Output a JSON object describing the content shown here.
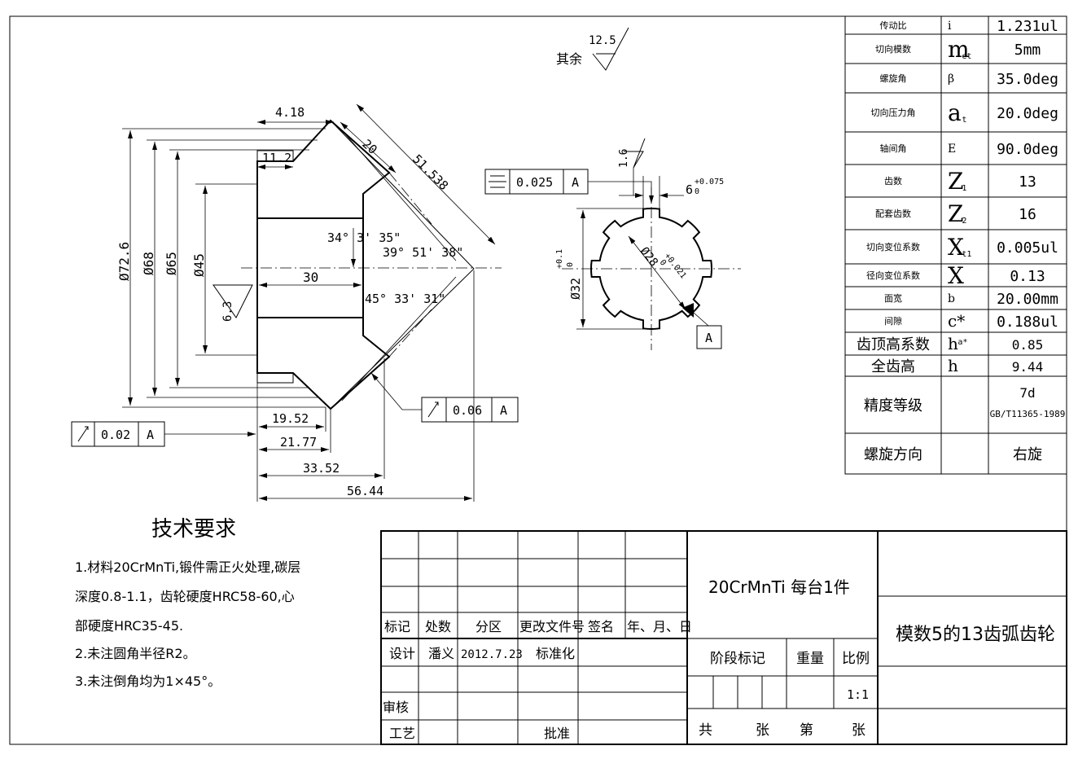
{
  "surface_finish": {
    "prefix": "其余",
    "value": "12.5"
  },
  "dims": {
    "d418": "4.18",
    "d20": "20",
    "d51538": "51.538",
    "d112": "11.2",
    "phi726": "Ø72.6",
    "phi68": "Ø68",
    "phi65": "Ø65",
    "phi45": "Ø45",
    "d30": "30",
    "ra63": "6.3",
    "ang1": "34° 3' 35\"",
    "ang2": "39° 51' 38\"",
    "ang3": "45° 33' 31\"",
    "d1952": "19.52",
    "d2177": "21.77",
    "d3352": "33.52",
    "d5644": "56.44",
    "ra16": "1.6",
    "d6": "6",
    "d6_tol": "+0.075",
    "d6_tol2": "0",
    "phi32": "Ø32",
    "phi32_tol": "+0.1",
    "phi32_tol2": "0",
    "phi28": "Ø28",
    "phi28_tol": "+0.021",
    "phi28_tol2": "0"
  },
  "tolerances": {
    "sym": {
      "value": "0.025",
      "datum": "A"
    },
    "runout1": {
      "value": "0.02",
      "datum": "A"
    },
    "runout2": {
      "value": "0.06",
      "datum": "A"
    },
    "datum_label": "A"
  },
  "tech_req": {
    "title": "技术要求",
    "lines": [
      "1.材料20CrMnTi,锻件需正火处理,碳层",
      "深度0.8-1.1，齿轮硬度HRC58-60,心",
      "部硬度HRC35-45.",
      "2.未注圆角半径R2。",
      "3.未注倒角均为1×45°。"
    ]
  },
  "params": [
    {
      "name": "传动比",
      "sym": "i",
      "sub": "",
      "value": "1.231ul"
    },
    {
      "name": "切向模数",
      "sym": "m",
      "sub": "et",
      "value": "5mm"
    },
    {
      "name": "螺旋角",
      "sym": "β",
      "sub": "",
      "value": "35.0deg"
    },
    {
      "name": "切向压力角",
      "sym": "a",
      "sub": "t",
      "value": "20.0deg"
    },
    {
      "name": "轴间角",
      "sym": "E",
      "sub": "",
      "value": "90.0deg"
    },
    {
      "name": "齿数",
      "sym": "Z",
      "sub": "1",
      "value": "13"
    },
    {
      "name": "配套齿数",
      "sym": "Z",
      "sub": "2",
      "value": "16"
    },
    {
      "name": "切向变位系数",
      "sym": "X",
      "sub": "t1",
      "value": "0.005ul"
    },
    {
      "name": "径向变位系数",
      "sym": "X",
      "sub": "",
      "value": "0.13"
    },
    {
      "name": "面宽",
      "sym": "b",
      "sub": "",
      "value": "20.00mm"
    },
    {
      "name": "间隙",
      "sym": "c*",
      "sub": "",
      "value": "0.188ul"
    },
    {
      "name": "齿顶高系数",
      "sym": "h",
      "sub": "a*",
      "value": "0.85"
    },
    {
      "name": "全齿高",
      "sym": "h",
      "sub": "",
      "value": "9.44"
    },
    {
      "name": "精度等级",
      "sym": "",
      "sub": "",
      "value": "7d",
      "value2": "GB/T11365-1989"
    },
    {
      "name": "螺旋方向",
      "sym": "",
      "sub": "",
      "value": "右旋"
    }
  ],
  "title_block": {
    "material": "20CrMnTi 每台1件",
    "part_name": "模数5的13齿弧齿轮",
    "headers": [
      "标记",
      "处数",
      "分区",
      "更改文件号",
      "签名",
      "年、月、日"
    ],
    "design_label": "设计",
    "designer": "潘义",
    "design_date": "2012.7.23",
    "standard_label": "标准化",
    "review_label": "审核",
    "process_label": "工艺",
    "approve_label": "批准",
    "stage_label": "阶段标记",
    "weight_label": "重量",
    "scale_label": "比例",
    "scale": "1:1",
    "sheet_total_a": "共",
    "sheet_total_b": "张",
    "sheet_no_a": "第",
    "sheet_no_b": "张"
  }
}
